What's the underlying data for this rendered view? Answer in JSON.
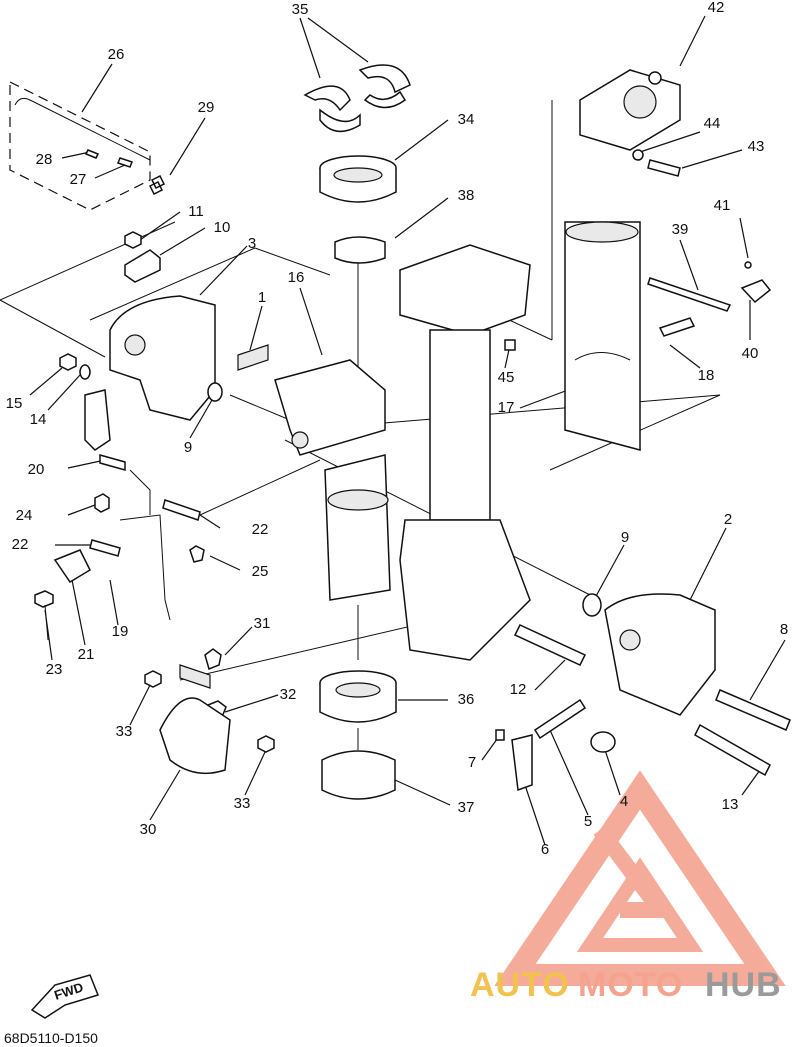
{
  "diagram": {
    "reference_code": "68D5110-D150",
    "direction_marker": "FWD",
    "watermark": {
      "brand_part_1": "AUTO",
      "brand_part_2": "MOTO",
      "brand_part_3": "HUB",
      "color_primary": "#f4a38f",
      "color_accent": "#f2c14e",
      "color_dark": "#9a9a9a"
    },
    "part_labels": [
      "1",
      "2",
      "3",
      "4",
      "5",
      "6",
      "7",
      "8",
      "9",
      "9",
      "10",
      "11",
      "12",
      "13",
      "14",
      "15",
      "16",
      "17",
      "18",
      "19",
      "20",
      "21",
      "22",
      "22",
      "23",
      "24",
      "25",
      "26",
      "27",
      "28",
      "29",
      "30",
      "31",
      "32",
      "33",
      "33",
      "34",
      "35",
      "36",
      "37",
      "38",
      "39",
      "40",
      "41",
      "42",
      "43",
      "44",
      "45"
    ]
  }
}
